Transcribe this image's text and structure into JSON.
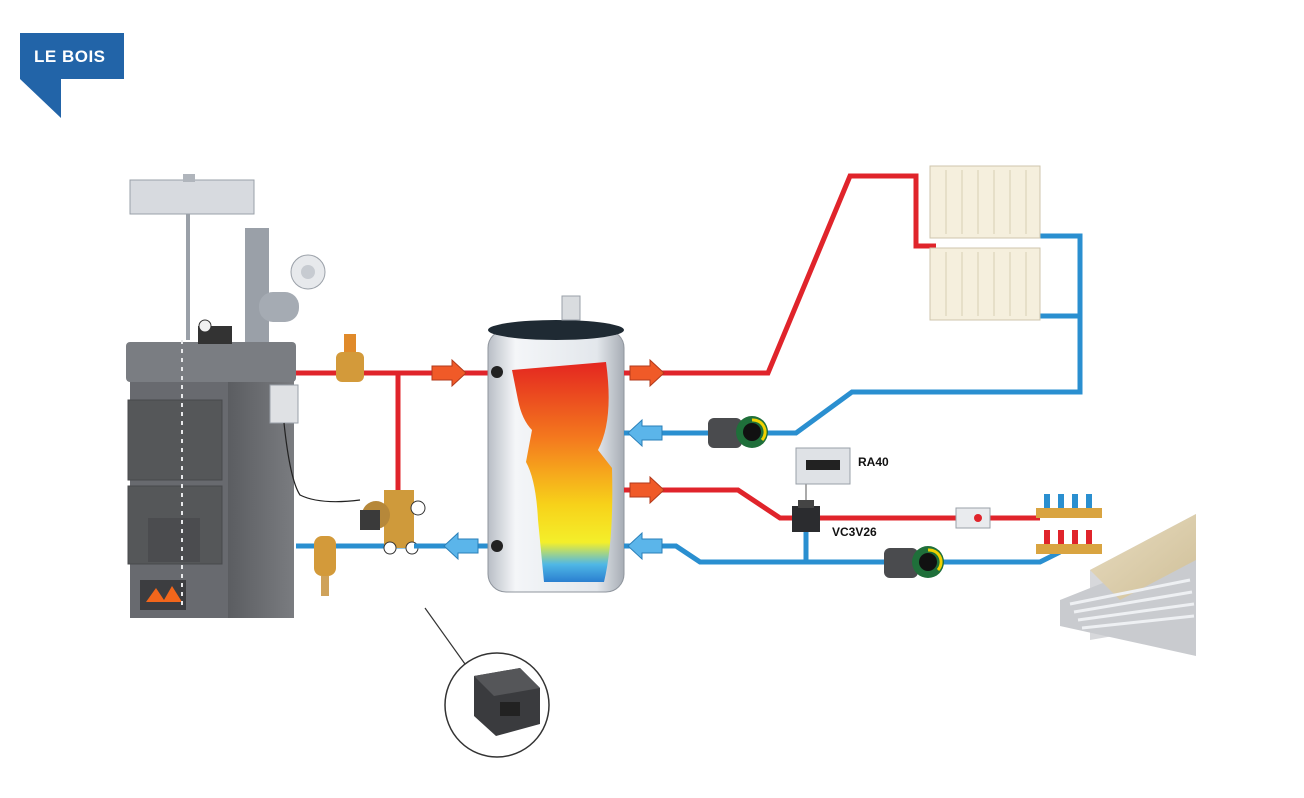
{
  "badge": {
    "label": "LE BOIS"
  },
  "labels": {
    "thermostat": "RA40",
    "valve": "VC3V26"
  },
  "colors": {
    "badge": "#2264a8",
    "hot_pipe": "#e0242b",
    "cold_pipe": "#2a8fd0",
    "boiler": "#6d6f73",
    "tank_shell": "#dfe3e8"
  },
  "icons": [
    "wood-boiler-icon",
    "buffer-tank-icon",
    "radiator-icon",
    "circulator-pump-icon",
    "three-way-valve-icon",
    "actuator-icon",
    "manifold-icon",
    "floor-heating-icon"
  ]
}
